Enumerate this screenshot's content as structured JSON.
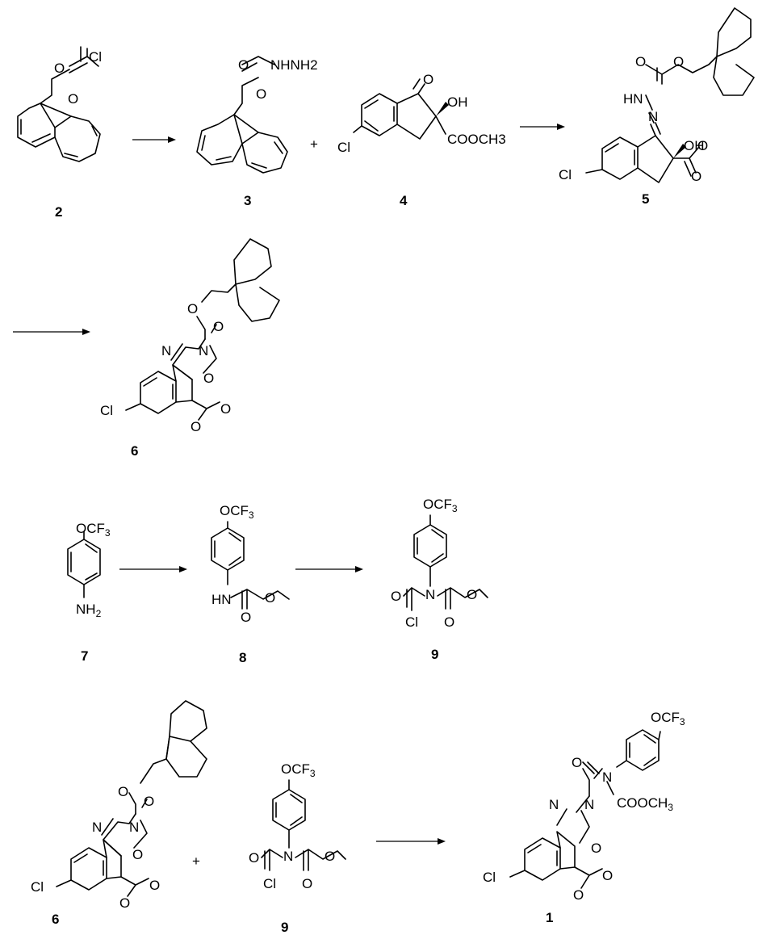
{
  "scheme": {
    "compounds": {
      "c2": {
        "number": "2",
        "labels": {
          "o1": "O",
          "cl": "Cl",
          "o2": "O"
        }
      },
      "c3": {
        "number": "3",
        "labels": {
          "o1": "O",
          "nhnh2": "NHNH2",
          "o2": "O"
        }
      },
      "c4": {
        "number": "4",
        "labels": {
          "o": "O",
          "oh": "OH",
          "cl": "Cl",
          "ester": "COOCH3"
        }
      },
      "c5": {
        "number": "5",
        "labels": {
          "o1": "O",
          "o2": "O",
          "hn": "HN",
          "n": "N",
          "oh": "OH",
          "o3": "O",
          "o4": "O",
          "cl": "Cl"
        }
      },
      "c6": {
        "number": "6",
        "labels": {
          "o1": "O",
          "o2": "O",
          "n1": "N",
          "n2": "N",
          "o3": "O",
          "cl": "Cl",
          "o4": "O",
          "o5": "O"
        }
      },
      "c7": {
        "number": "7",
        "labels": {
          "ocf": "OCF",
          "three": "3",
          "nh": "NH",
          "two": "2"
        }
      },
      "c8": {
        "number": "8",
        "labels": {
          "ocf": "OCF",
          "three": "3",
          "hn": "HN",
          "o1": "O",
          "o2": "O"
        }
      },
      "c9": {
        "number": "9",
        "labels": {
          "ocf": "OCF",
          "three": "3",
          "n": "N",
          "o1": "O",
          "cl": "Cl",
          "o2": "O",
          "o3": "O"
        }
      },
      "c6b": {
        "number": "6",
        "labels": {
          "o1": "O",
          "o2": "O",
          "n1": "N",
          "n2": "N",
          "o3": "O",
          "cl": "Cl",
          "o4": "O",
          "o5": "O"
        }
      },
      "c9b": {
        "number": "9",
        "labels": {
          "ocf": "OCF",
          "three": "3",
          "n": "N",
          "o1": "O",
          "cl": "Cl",
          "o2": "O",
          "o3": "O"
        }
      },
      "c1": {
        "number": "1",
        "labels": {
          "ocf": "OCF",
          "three": "3",
          "o1": "O",
          "n1": "N",
          "n2": "N",
          "n3": "N",
          "ester": "COOCH",
          "esub": "3",
          "o2": "O",
          "cl": "Cl",
          "o3": "O",
          "o4": "O"
        }
      }
    },
    "plus_signs": [
      "+",
      "+"
    ]
  }
}
